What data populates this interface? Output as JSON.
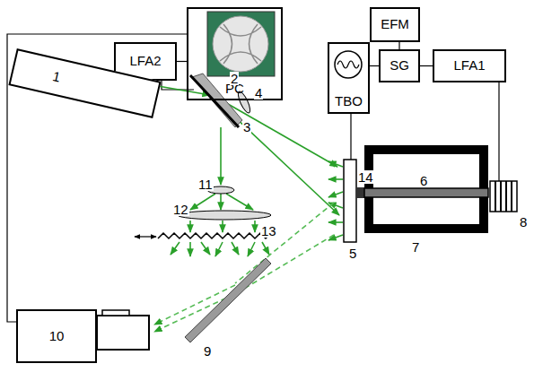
{
  "diagram": {
    "nodes": [
      {
        "text": [
          "LFA2"
        ]
      },
      {
        "text": [
          "PC"
        ]
      },
      {
        "text": [
          "EFM"
        ]
      },
      {
        "text": [
          "TBO"
        ]
      },
      {
        "text": [
          "SG"
        ]
      },
      {
        "text": [
          "LFA1"
        ]
      },
      {
        "text": [
          "1"
        ]
      },
      {
        "text": [
          "10"
        ]
      }
    ],
    "edges": [
      {
        "from": 0,
        "to": 1,
        "arrow": "none"
      },
      {
        "from": 3,
        "to": 4,
        "arrow": "none"
      },
      {
        "from": 4,
        "to": 2,
        "arrow": "none"
      },
      {
        "from": 4,
        "to": 5,
        "arrow": "none"
      },
      {
        "from": 1,
        "to": 7,
        "arrow": "none"
      }
    ],
    "labels": [
      "2",
      "3",
      "4",
      "5",
      "6",
      "7",
      "8",
      "9",
      "11",
      "12",
      "13",
      "14"
    ]
  }
}
